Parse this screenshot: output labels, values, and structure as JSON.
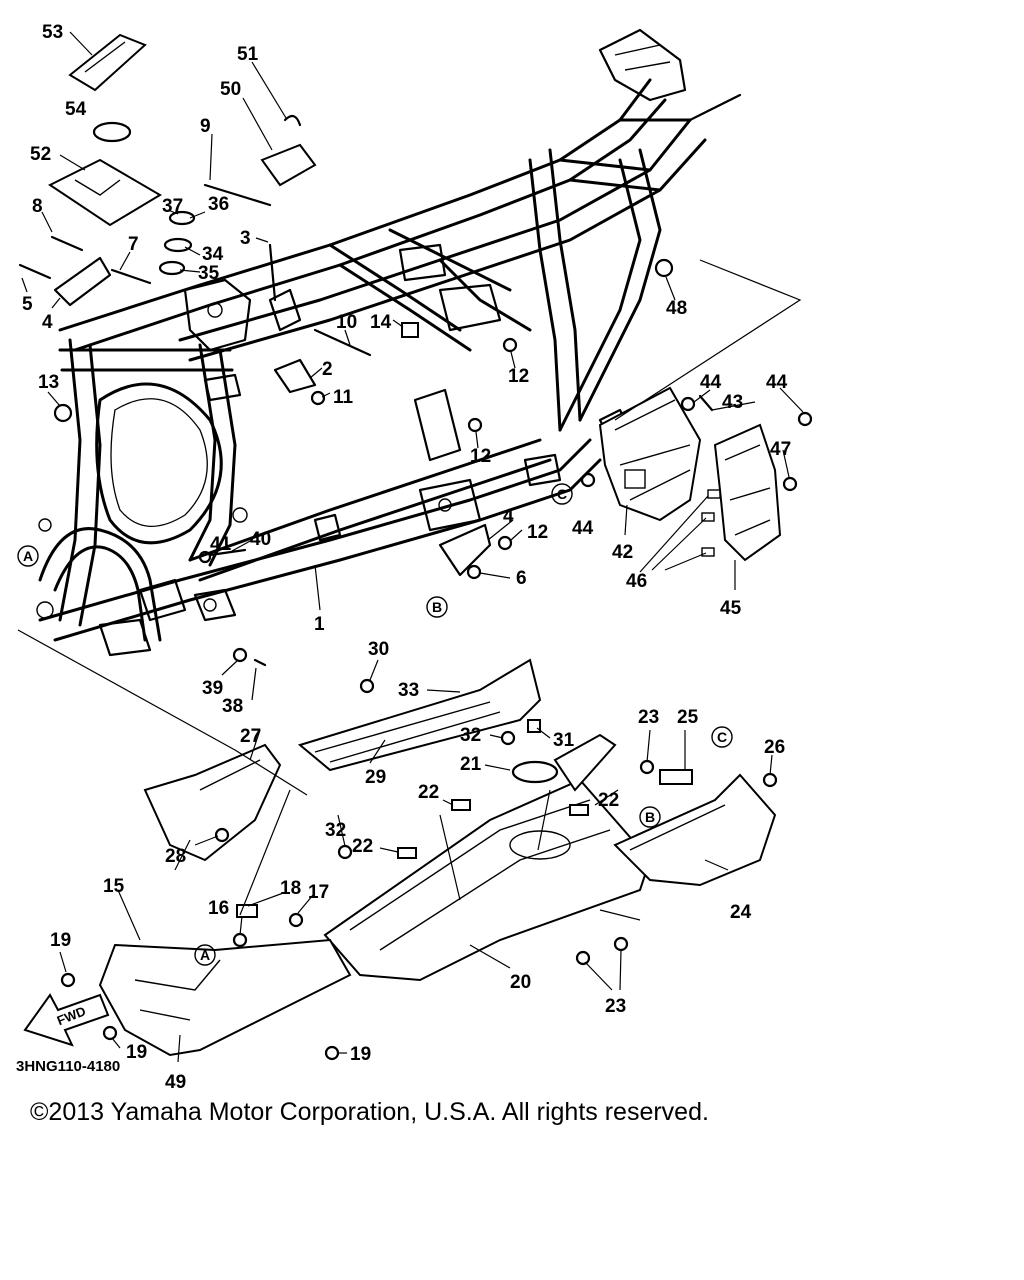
{
  "diagram": {
    "part_code": "3HNG110-4180",
    "fwd_label": "FWD",
    "copyright": "©2013 Yamaha Motor Corporation, U.S.A. All rights reserved.",
    "callouts": [
      {
        "n": "53"
      },
      {
        "n": "54"
      },
      {
        "n": "52"
      },
      {
        "n": "51"
      },
      {
        "n": "50"
      },
      {
        "n": "9"
      },
      {
        "n": "8"
      },
      {
        "n": "37"
      },
      {
        "n": "36"
      },
      {
        "n": "3"
      },
      {
        "n": "34"
      },
      {
        "n": "35"
      },
      {
        "n": "7"
      },
      {
        "n": "5"
      },
      {
        "n": "4"
      },
      {
        "n": "10"
      },
      {
        "n": "14"
      },
      {
        "n": "2"
      },
      {
        "n": "11"
      },
      {
        "n": "12"
      },
      {
        "n": "13"
      },
      {
        "n": "48"
      },
      {
        "n": "44"
      },
      {
        "n": "43"
      },
      {
        "n": "47"
      },
      {
        "n": "42"
      },
      {
        "n": "46"
      },
      {
        "n": "45"
      },
      {
        "n": "41"
      },
      {
        "n": "40"
      },
      {
        "n": "6"
      },
      {
        "n": "1"
      },
      {
        "n": "39"
      },
      {
        "n": "38"
      },
      {
        "n": "30"
      },
      {
        "n": "33"
      },
      {
        "n": "31"
      },
      {
        "n": "32"
      },
      {
        "n": "29"
      },
      {
        "n": "27"
      },
      {
        "n": "21"
      },
      {
        "n": "25"
      },
      {
        "n": "26"
      },
      {
        "n": "22"
      },
      {
        "n": "23"
      },
      {
        "n": "28"
      },
      {
        "n": "24"
      },
      {
        "n": "15"
      },
      {
        "n": "16"
      },
      {
        "n": "18"
      },
      {
        "n": "17"
      },
      {
        "n": "19"
      },
      {
        "n": "20"
      },
      {
        "n": "49"
      }
    ],
    "reference_letters": [
      "A",
      "B",
      "C"
    ]
  }
}
